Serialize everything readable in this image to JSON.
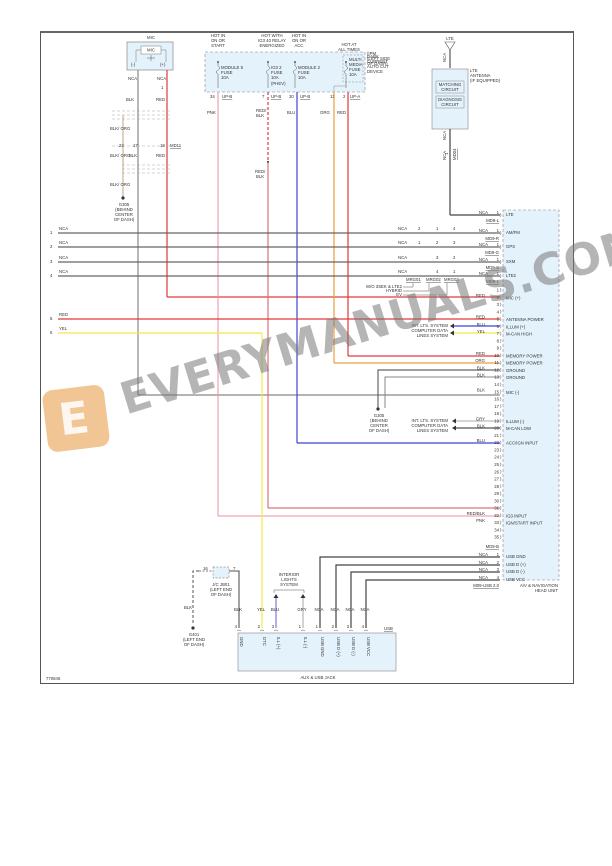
{
  "diagram": {
    "figure_id": "770846",
    "colors": {
      "red": "#e0393a",
      "pink": "#ef8fa0",
      "redblk": "#d9757a",
      "blue": "#3d45d6",
      "orange": "#e8a13c",
      "yellow": "#f4e84a",
      "gray": "#707070",
      "dark": "#444444",
      "tan": "#c9b49a",
      "fill": "#e4f2fb",
      "purple": "#8a84d8"
    },
    "mic": {
      "title": "MIC",
      "inner": "MIC",
      "pin_neg": "(-)",
      "pin_pos": "(+)",
      "wire_left": "NCA",
      "wire_right": "NCA",
      "pin1": "1",
      "wire_blk": "BLK",
      "wire_red": "RED"
    },
    "splice": {
      "wire1": "BLK/\nORG",
      "pin22": "22",
      "pin17": "17",
      "pin18": "18",
      "conn": "MD11",
      "wire_blk": "BLK",
      "wire_red": "RED",
      "wire2": "BLK/\nORG"
    },
    "ground_g305": {
      "name": "G305",
      "l1": "(BEHIND",
      "l2": "CENTER",
      "l3": "OF DASH)"
    },
    "ipm": {
      "label_l1": "(IPM",
      "label_l2": "(LEFT SIDE",
      "label_l3": "OF DASH)",
      "fuses": [
        {
          "head1": "HOT IN",
          "head2": "ON OR",
          "head3": "START",
          "name": "MODULE 5",
          "fuse": "FUSE",
          "amp": "10A",
          "pin": "34",
          "conn": "UP-B",
          "wire": "PNK"
        },
        {
          "head1": "HOT WITH",
          "head2": "IG3 40 RELAY",
          "head3": "ENERGIZED",
          "name": "IG3 2",
          "fuse": "FUSE",
          "amp": "10A",
          "extra": "(PHEV)",
          "pin": "7",
          "conn": "UP-B",
          "wire": "RED/\nBLK"
        },
        {
          "head1": "HOT IN",
          "head2": "ON OR",
          "head3": "ACC",
          "name": "MODULE 2",
          "fuse": "FUSE",
          "amp": "10A",
          "pin": "30",
          "conn": "UP-B",
          "wire": "BLU"
        },
        {
          "head1": "HOT AT",
          "head2": "ALL TIMES",
          "head3": "",
          "name": "MULTI MEDIA",
          "fuse": "FUSE",
          "amp": "10A",
          "pin": "2",
          "conn": "UP-A",
          "wire": "RED"
        }
      ],
      "dark_current": {
        "l1": "DARK",
        "l2": "CURRENT",
        "l3": "AUTO CUT",
        "l4": "DEVICE"
      },
      "pin11": "11",
      "wire_org": "ORG"
    },
    "splice_redblk": "RED/\nBLK",
    "lte_antenna": {
      "top": "LTE",
      "l1": "LTE",
      "l2": "ANTENNA",
      "l3": "(IF EQUIPPED)",
      "matching": "MATCHING CIRCUIT",
      "diagnosis": "DIAGNOSIS CIRCUIT",
      "wire": "NCA",
      "pin": "1",
      "conn": "MD04"
    },
    "left_wires": [
      {
        "num": "1",
        "wire": "NCA"
      },
      {
        "num": "2",
        "wire": "NCA"
      },
      {
        "num": "3",
        "wire": "NCA"
      },
      {
        "num": "4",
        "wire": "NCA"
      },
      {
        "num": "5",
        "wire": "RED"
      },
      {
        "num": "6",
        "wire": "YEL"
      }
    ],
    "inline_conn": [
      {
        "wire": "NCA",
        "p1": "2",
        "p2": "1",
        "p3": "4"
      },
      {
        "wire": "NCA",
        "p1": "1",
        "p2": "2",
        "p3": "3"
      },
      {
        "wire": "NCA",
        "p1": "",
        "p2": "3",
        "p3": "2"
      },
      {
        "wire": "NCA",
        "p1": "",
        "p2": "4",
        "p3": "1"
      }
    ],
    "variant": {
      "l1": "W/O 3SEK & LTE2",
      "l2": "HYBRID",
      "l3": "EV",
      "c1": "MRG01",
      "c2": "MRG02",
      "c3": "MRG03"
    },
    "head_unit": {
      "title1": "A/V & NAVIGATION",
      "title2": "HEAD UNIT",
      "rf_pins": [
        {
          "wire": "NCA",
          "pin": "1",
          "label": "LTE",
          "conn": "MD9-L"
        },
        {
          "wire": "NCA",
          "pin": "1",
          "label": "AM/FM",
          "conn": "MD9-R"
        },
        {
          "wire": "NCA",
          "pin": "1",
          "label": "GPS",
          "conn": "MD9-G"
        },
        {
          "wire": "NCA",
          "pin": "1",
          "label": "SXM",
          "conn": "MD9-S"
        },
        {
          "wire": "NCA",
          "pin": "1",
          "label": "LTE2",
          "conn": "MD9-L"
        }
      ],
      "pins": [
        {
          "pin": "1",
          "wire": "",
          "label": ""
        },
        {
          "pin": "2",
          "wire": "RED",
          "label": "MIC (+)"
        },
        {
          "pin": "3",
          "wire": "",
          "label": ""
        },
        {
          "pin": "4",
          "wire": "",
          "label": ""
        },
        {
          "pin": "5",
          "wire": "RED",
          "label": "ANTENNA POWER"
        },
        {
          "pin": "6",
          "wire": "BLU",
          "label": "ILLUM (+)"
        },
        {
          "pin": "7",
          "wire": "YEL",
          "label": "M-CAN HIGH"
        },
        {
          "pin": "8",
          "wire": "",
          "label": ""
        },
        {
          "pin": "9",
          "wire": "",
          "label": ""
        },
        {
          "pin": "10",
          "wire": "RED",
          "label": "MEMORY POWER"
        },
        {
          "pin": "11",
          "wire": "ORG",
          "label": "MEMORY POWER"
        },
        {
          "pin": "12",
          "wire": "BLK",
          "label": "GROUND"
        },
        {
          "pin": "13",
          "wire": "BLK",
          "label": "GROUND"
        },
        {
          "pin": "14",
          "wire": "",
          "label": ""
        },
        {
          "pin": "15",
          "wire": "BLK",
          "label": "MIC (-)"
        },
        {
          "pin": "16",
          "wire": "",
          "label": ""
        },
        {
          "pin": "17",
          "wire": "",
          "label": ""
        },
        {
          "pin": "18",
          "wire": "",
          "label": ""
        },
        {
          "pin": "19",
          "wire": "GRY",
          "label": "ILLUM (-)"
        },
        {
          "pin": "20",
          "wire": "BLK",
          "label": "M-CAN LOW"
        },
        {
          "pin": "21",
          "wire": "",
          "label": ""
        },
        {
          "pin": "22",
          "wire": "BLU",
          "label": "ACC/IGN INPUT"
        },
        {
          "pin": "23",
          "wire": "",
          "label": ""
        },
        {
          "pin": "24",
          "wire": "",
          "label": ""
        },
        {
          "pin": "25",
          "wire": "",
          "label": ""
        },
        {
          "pin": "26",
          "wire": "",
          "label": ""
        },
        {
          "pin": "27",
          "wire": "",
          "label": ""
        },
        {
          "pin": "28",
          "wire": "",
          "label": ""
        },
        {
          "pin": "29",
          "wire": "",
          "label": ""
        },
        {
          "pin": "30",
          "wire": "",
          "label": ""
        },
        {
          "pin": "31",
          "wire": "",
          "label": ""
        },
        {
          "pin": "32",
          "wire": "RED/BLK",
          "label": "IG3 INPUT"
        },
        {
          "pin": "33",
          "wire": "PNK",
          "label": "IGN/START INPUT"
        },
        {
          "pin": "34",
          "wire": "",
          "label": ""
        },
        {
          "pin": "35",
          "wire": "",
          "label": ""
        }
      ],
      "main_conn": "MD9-B",
      "usb_pins": [
        {
          "pin": "1",
          "wire": "NCA",
          "label": "USB GND"
        },
        {
          "pin": "2",
          "wire": "NCA",
          "label": "USB D (+)"
        },
        {
          "pin": "3",
          "wire": "NCA",
          "label": "USB D (-)"
        },
        {
          "pin": "4",
          "wire": "NCA",
          "label": "USB VCC"
        }
      ],
      "usb_conn": "M09-USB 2.0"
    },
    "int_lts_1": {
      "l1": "INT. LTS. SYSTEM",
      "l2": "COMPUTER DATA",
      "l3": "LINES SYSTEM"
    },
    "int_lts_2": {
      "l1": "INT. LTS. SYSTEM",
      "l2": "COMPUTER DATA",
      "l3": "LINES SYSTEM"
    },
    "ground_g305b": {
      "name": "G305",
      "l1": "(BEHIND",
      "l2": "CENTER",
      "l3": "OF DASH)"
    },
    "jc": {
      "name": "J/C JB01",
      "l1": "(LEFT END",
      "l2": "OF DASH)",
      "pin16": "16",
      "pin7": "7",
      "wire": "BLK"
    },
    "ground_g401": {
      "name": "G401",
      "l1": "(LEFT END",
      "l2": "OF DASH)"
    },
    "interior_lights": {
      "l1": "INTERIOR",
      "l2": "LIGHTS",
      "l3": "SYSTEM"
    },
    "aux_jack": {
      "title": "AUX & USB JACK",
      "conn": "USB",
      "pins": [
        {
          "pin": "4",
          "wire": "BLK",
          "label": "GND"
        },
        {
          "pin": "2",
          "wire": "YEL",
          "label": "DTC"
        },
        {
          "pin": "3",
          "wire": "BLU",
          "label": "ILL (+)"
        },
        {
          "pin": "1",
          "wire": "GRY",
          "label": "ILL (-)"
        },
        {
          "pin": "1",
          "wire": "NCA",
          "label": "USB GND"
        },
        {
          "pin": "2",
          "wire": "NCA",
          "label": "USB D (+)"
        },
        {
          "pin": "3",
          "wire": "NCA",
          "label": "USB D (-)"
        },
        {
          "pin": "4",
          "wire": "NCA",
          "label": "USB VCC"
        }
      ]
    },
    "watermark": "EVERYMANUALS.COM"
  }
}
